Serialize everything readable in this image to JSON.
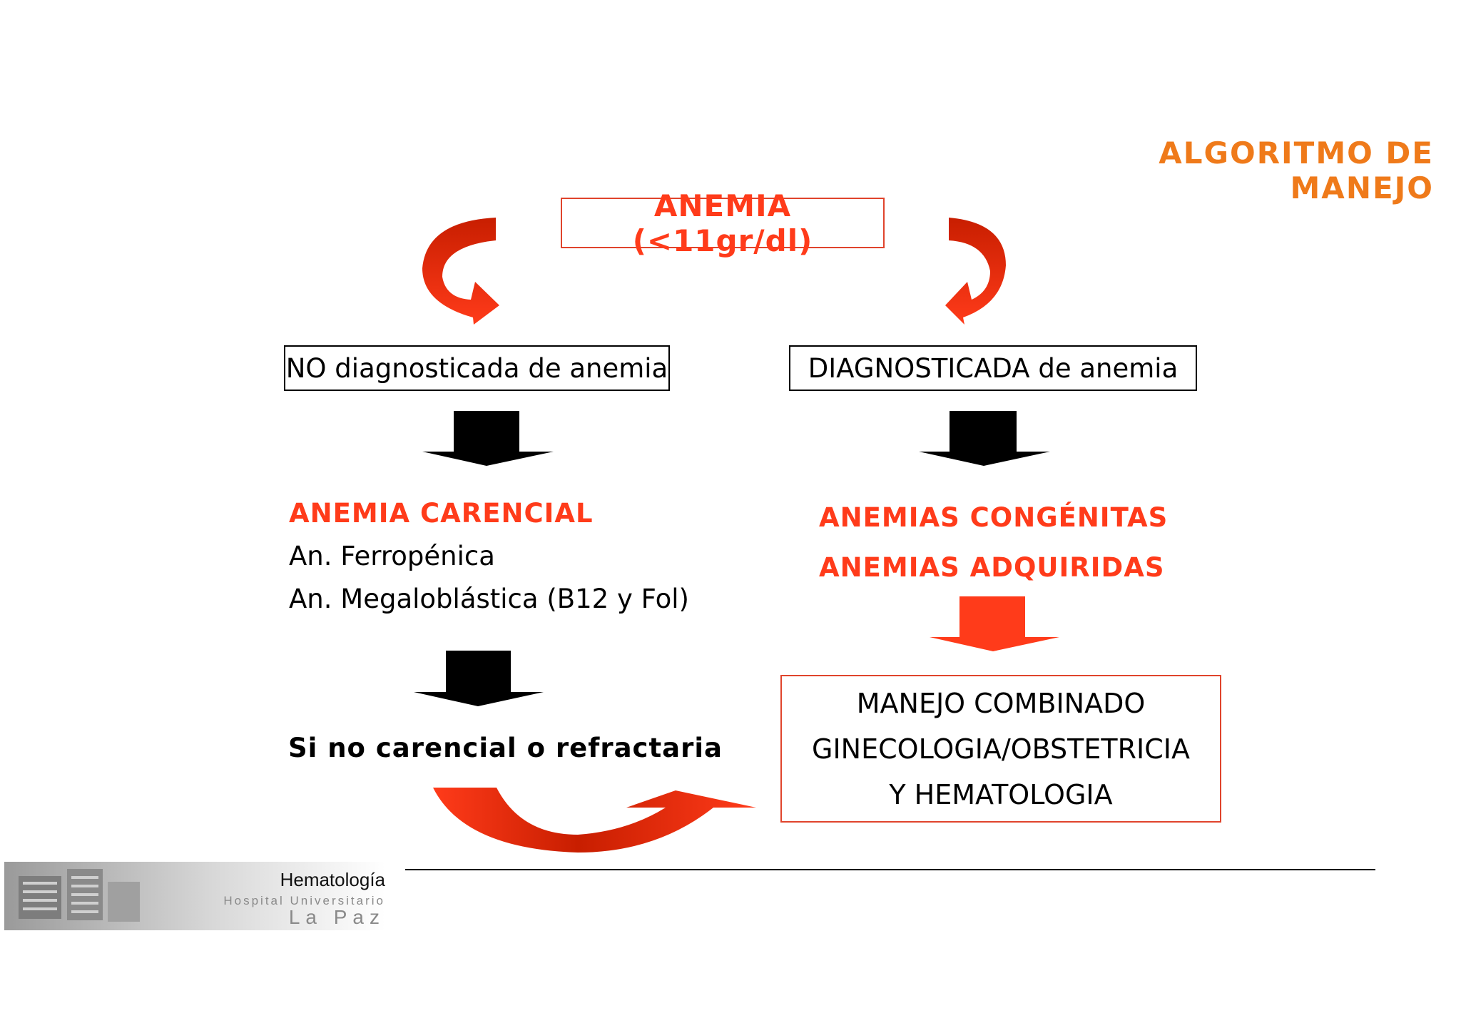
{
  "header": {
    "title": "ALGORITMO DE MANEJO"
  },
  "root": {
    "label": "ANEMIA (<11gr/dl)"
  },
  "left_branch": {
    "box": "NO diagnosticada de anemia",
    "heading": "ANEMIA CARENCIAL",
    "items": [
      "An. Ferropénica",
      "An. Megaloblástica (B12 y Fol)"
    ],
    "next": "Si no carencial o refractaria"
  },
  "right_branch": {
    "box": "DIAGNOSTICADA de anemia",
    "headings": [
      "ANEMIAS CONGÉNITAS",
      "ANEMIAS ADQUIRIDAS"
    ]
  },
  "combined": {
    "lines": [
      "MANEJO COMBINADO",
      "GINECOLOGIA/OBSTETRICIA",
      "Y HEMATOLOGIA"
    ]
  },
  "footer": {
    "department": "Hematología",
    "hospital_line": "Hospital Universitario",
    "hospital_name": "La Paz"
  },
  "colors": {
    "accent_orange": "#ef7a1a",
    "accent_red": "#ff3b1a",
    "dark_red": "#c81e00"
  },
  "icons": [
    "curved-arrow-left-icon",
    "curved-arrow-right-icon",
    "down-arrow-icon",
    "u-turn-arrow-icon"
  ]
}
